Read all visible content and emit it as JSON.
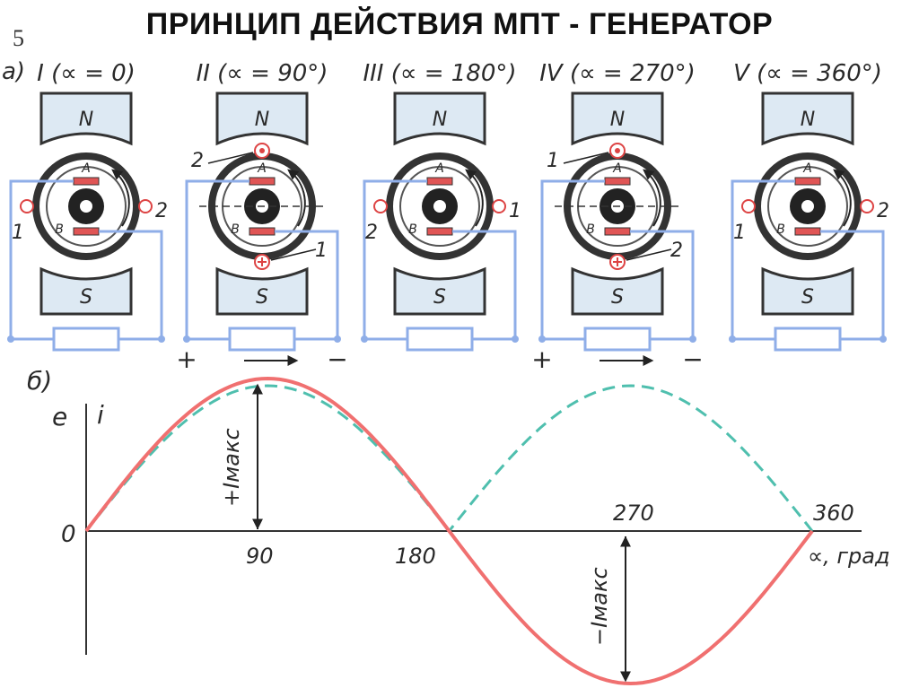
{
  "title": "ПРИНЦИП ДЕЙСТВИЯ МПТ - ГЕНЕРАТОР",
  "slide_number": "5",
  "part_a_label": "а)",
  "part_b_label": "б)",
  "positions": [
    {
      "label": "I (∝ = 0)",
      "pole_top": "N",
      "pole_bottom": "S",
      "brush_a": "A",
      "brush_b": "B",
      "left_num": "1",
      "right_num": "2"
    },
    {
      "label": "II (∝ = 90°)",
      "pole_top": "N",
      "pole_bottom": "S",
      "brush_a": "A",
      "brush_b": "B",
      "top_num": "2",
      "bottom_num": "1",
      "left_sign": "+",
      "right_sign": "−"
    },
    {
      "label": "III (∝ = 180°)",
      "pole_top": "N",
      "pole_bottom": "S",
      "brush_a": "A",
      "brush_b": "B",
      "left_num": "2",
      "right_num": "1"
    },
    {
      "label": "IV (∝ = 270°)",
      "pole_top": "N",
      "pole_bottom": "S",
      "brush_a": "A",
      "brush_b": "B",
      "top_num": "1",
      "bottom_num": "2",
      "left_sign": "+",
      "right_sign": "−"
    },
    {
      "label": "V (∝ = 360°)",
      "pole_top": "N",
      "pole_bottom": "S",
      "brush_a": "A",
      "brush_b": "B",
      "left_num": "1",
      "right_num": "2"
    }
  ],
  "graph": {
    "y_label_e": "e",
    "y_label_i": "i",
    "origin_label": "0",
    "x_axis_label": "∝, град",
    "tick_90": "90",
    "tick_180": "180",
    "tick_270": "270",
    "tick_360": "360",
    "imax_pos": "+Iмакс",
    "imax_neg": "−Iмакс"
  },
  "colors": {
    "current_line": "#f07070",
    "emf_line": "#4fbfae",
    "wire": "#8faee8",
    "pole_fill": "#dde9f3",
    "brush": "#e05555"
  }
}
